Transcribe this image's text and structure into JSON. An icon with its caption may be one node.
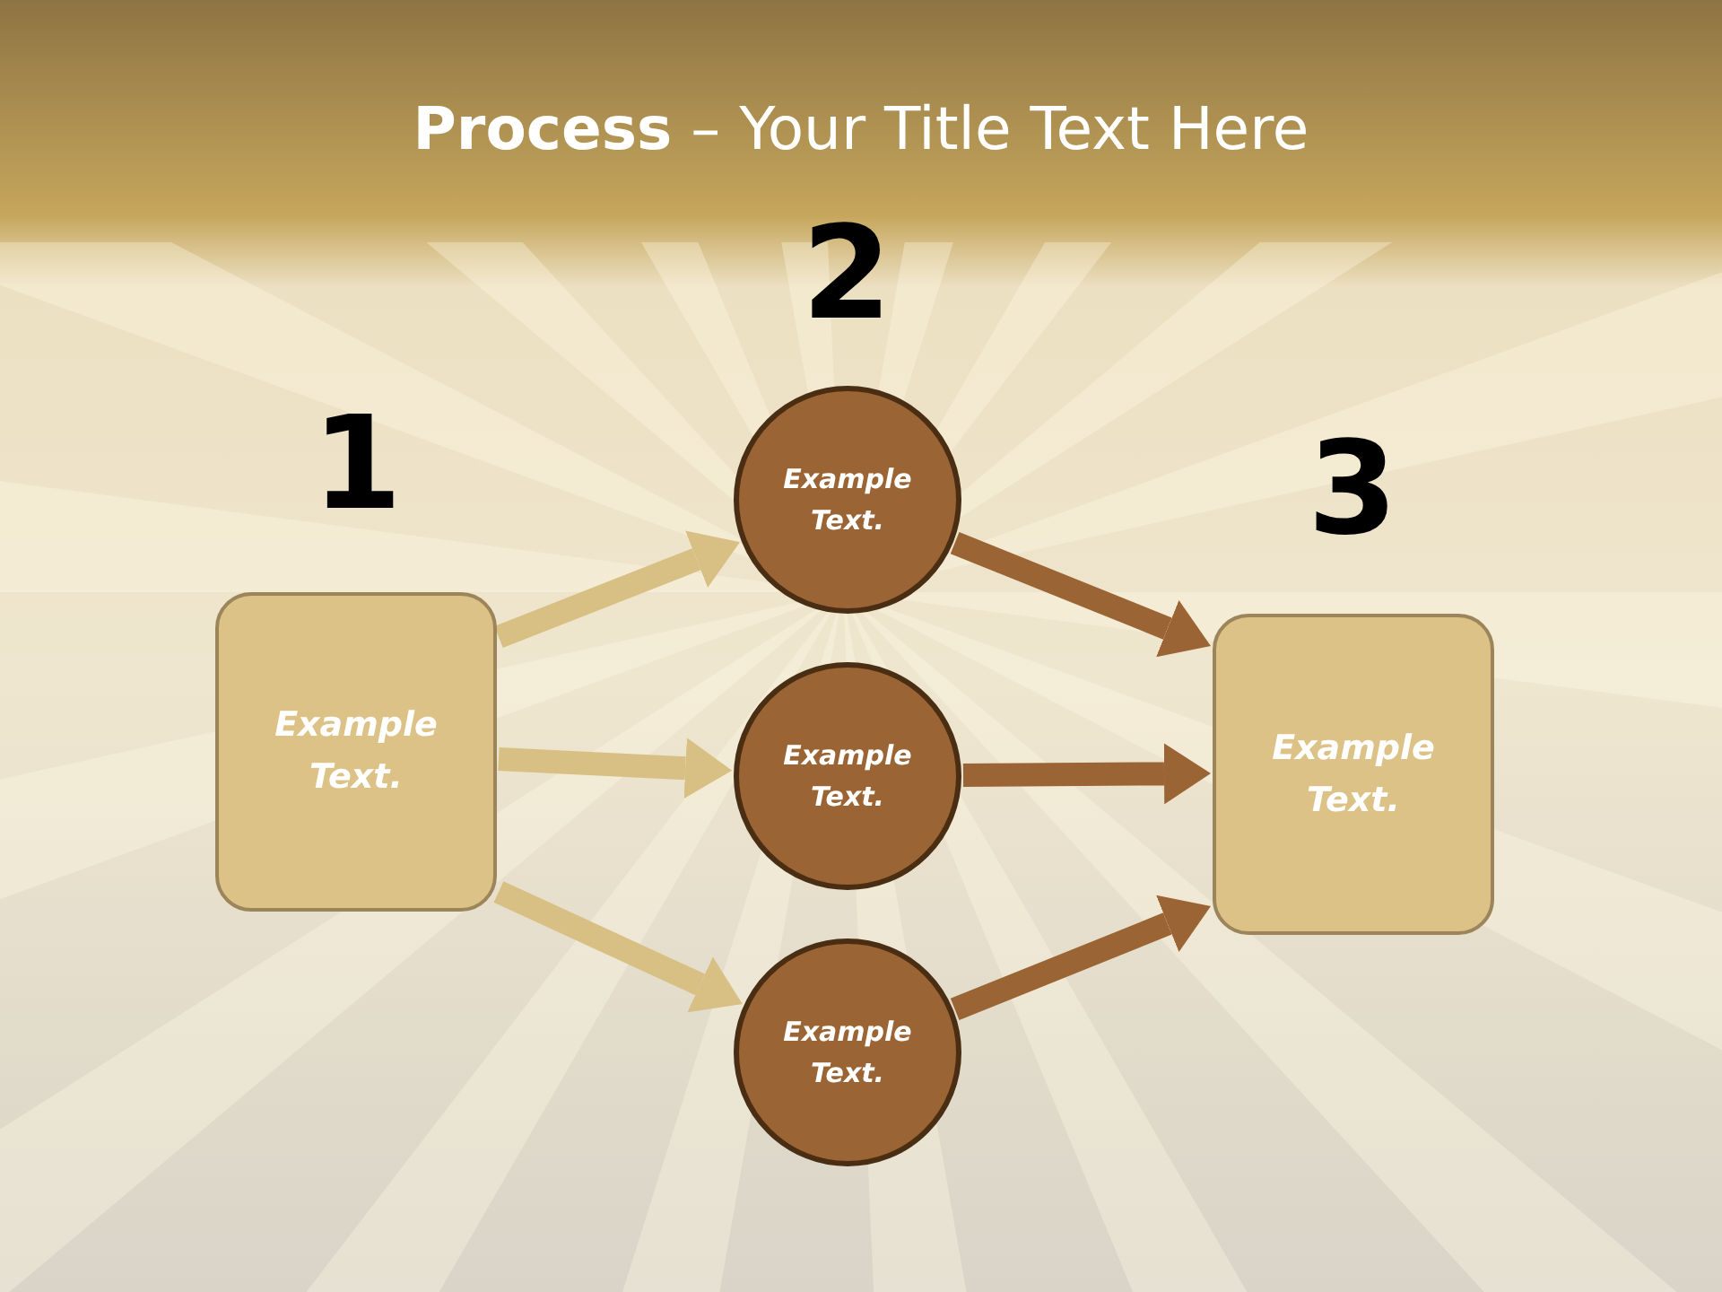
{
  "diagram": {
    "title": "**Process** – Your Title Text Here",
    "nodes": [
      {
        "text": [
          "Example Text."
        ],
        "beside": [
          "1"
        ]
      },
      {
        "text": [
          "Example Text."
        ],
        "beside": [
          "2"
        ]
      },
      {
        "text": [
          "Example Text."
        ]
      },
      {
        "text": [
          "Example Text."
        ]
      },
      {
        "text": [
          "Example Text."
        ],
        "beside": [
          "3"
        ]
      }
    ],
    "edges": [
      {
        "from": 0,
        "to": 1,
        "arrow": "to",
        "color": "#d8bf84"
      },
      {
        "from": 0,
        "to": 2,
        "arrow": "to",
        "color": "#d8bf84"
      },
      {
        "from": 0,
        "to": 3,
        "arrow": "to",
        "color": "#d8bf84"
      },
      {
        "from": 1,
        "to": 4,
        "arrow": "to",
        "color": "#9a6434"
      },
      {
        "from": 2,
        "to": 4,
        "arrow": "to",
        "color": "#9a6434"
      },
      {
        "from": 3,
        "to": 4,
        "arrow": "to",
        "color": "#9a6434"
      }
    ]
  }
}
